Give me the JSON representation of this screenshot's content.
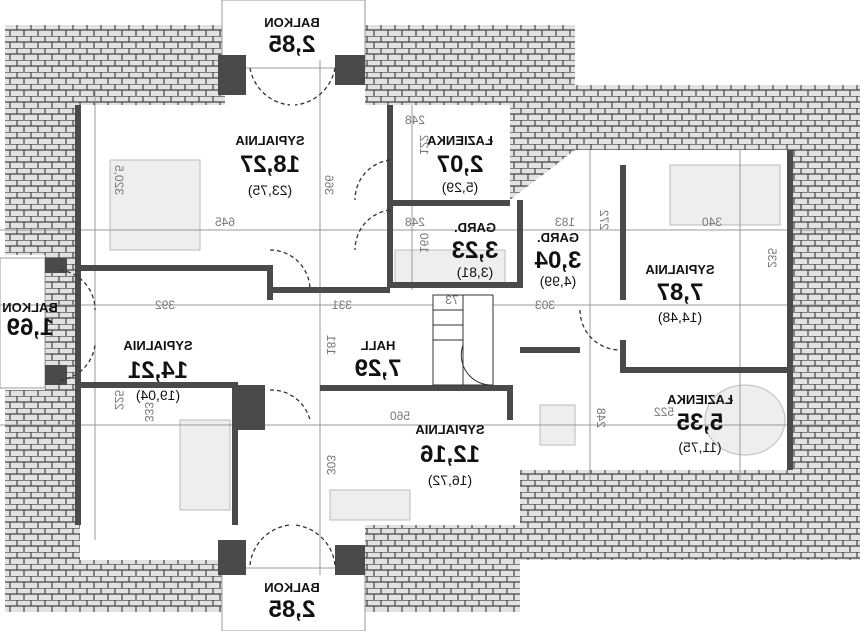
{
  "plan": {
    "rooms": [
      {
        "id": "balkon-top",
        "name": "BALKON",
        "area": "2,85",
        "area_gross": ""
      },
      {
        "id": "sypialnia-1",
        "name": "SYPIALNIA",
        "area": "18,27",
        "area_gross": "(23,75)"
      },
      {
        "id": "lazienka-1",
        "name": "ŁAZIENKA",
        "area": "2,07",
        "area_gross": "(5,29)"
      },
      {
        "id": "gard-1",
        "name": "GARD.",
        "area": "3,23",
        "area_gross": "(3,81)"
      },
      {
        "id": "gard-2",
        "name": "GARD.",
        "area": "3,04",
        "area_gross": "(4,99)"
      },
      {
        "id": "sypialnia-2",
        "name": "SYPIALNIA",
        "area": "7,87",
        "area_gross": "(14,48)"
      },
      {
        "id": "balkon-left",
        "name": "BALKON",
        "area": "1,69",
        "area_gross": ""
      },
      {
        "id": "sypialnia-3",
        "name": "SYPIALNIA",
        "area": "14,21",
        "area_gross": "(19,04)"
      },
      {
        "id": "hall",
        "name": "HALL",
        "area": "7,29",
        "area_gross": ""
      },
      {
        "id": "sypialnia-4",
        "name": "SYPIALNIA",
        "area": "12,16",
        "area_gross": "(16,72)"
      },
      {
        "id": "lazienka-2",
        "name": "ŁAZIENKA",
        "area": "5,35",
        "area_gross": "(11,75)"
      },
      {
        "id": "balkon-bottom",
        "name": "BALKON",
        "area": "2,85",
        "area_gross": ""
      }
    ],
    "dimensions": [
      "645",
      "320,5",
      "366",
      "248",
      "122",
      "248",
      "160",
      "183",
      "272",
      "340",
      "235",
      "392",
      "331",
      "73",
      "303",
      "181",
      "333",
      "560",
      "303",
      "248",
      "522",
      "225"
    ],
    "colors": {
      "wall": "#4a4a4a",
      "roof": "#d9d9d9",
      "roof_lines": "#555555",
      "dimension": "#777777"
    }
  }
}
